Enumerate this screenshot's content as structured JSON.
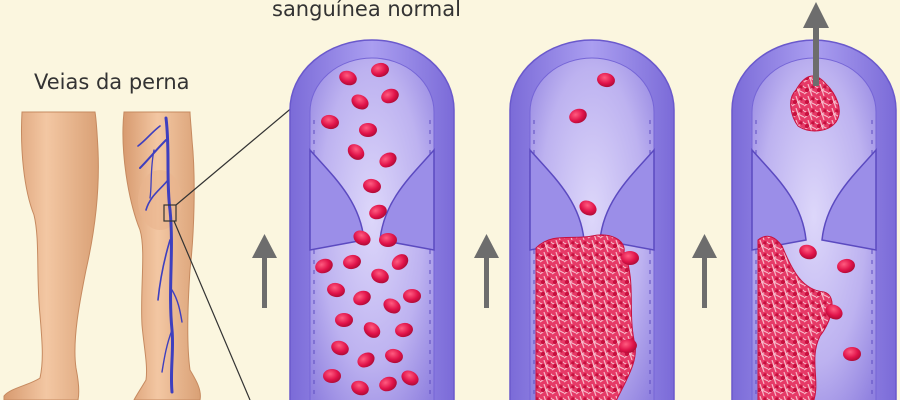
{
  "labels": {
    "top_caption": "sanguínea normal",
    "legs_caption": "Veias da perna"
  },
  "panels": [
    {
      "state": "normal-flow",
      "clot": "none"
    },
    {
      "state": "clot-forming",
      "clot": "large"
    },
    {
      "state": "clot-detaching",
      "clot": "embolus"
    }
  ],
  "colors": {
    "background": "#fbf6df",
    "vein_wall": "#8d7ee6",
    "vein_lumen": "#c9c0f3",
    "blood_cell": "#e0134a",
    "clot": "#e63a67",
    "arrow": "#6d6d6d",
    "skin": "#eebb95"
  }
}
